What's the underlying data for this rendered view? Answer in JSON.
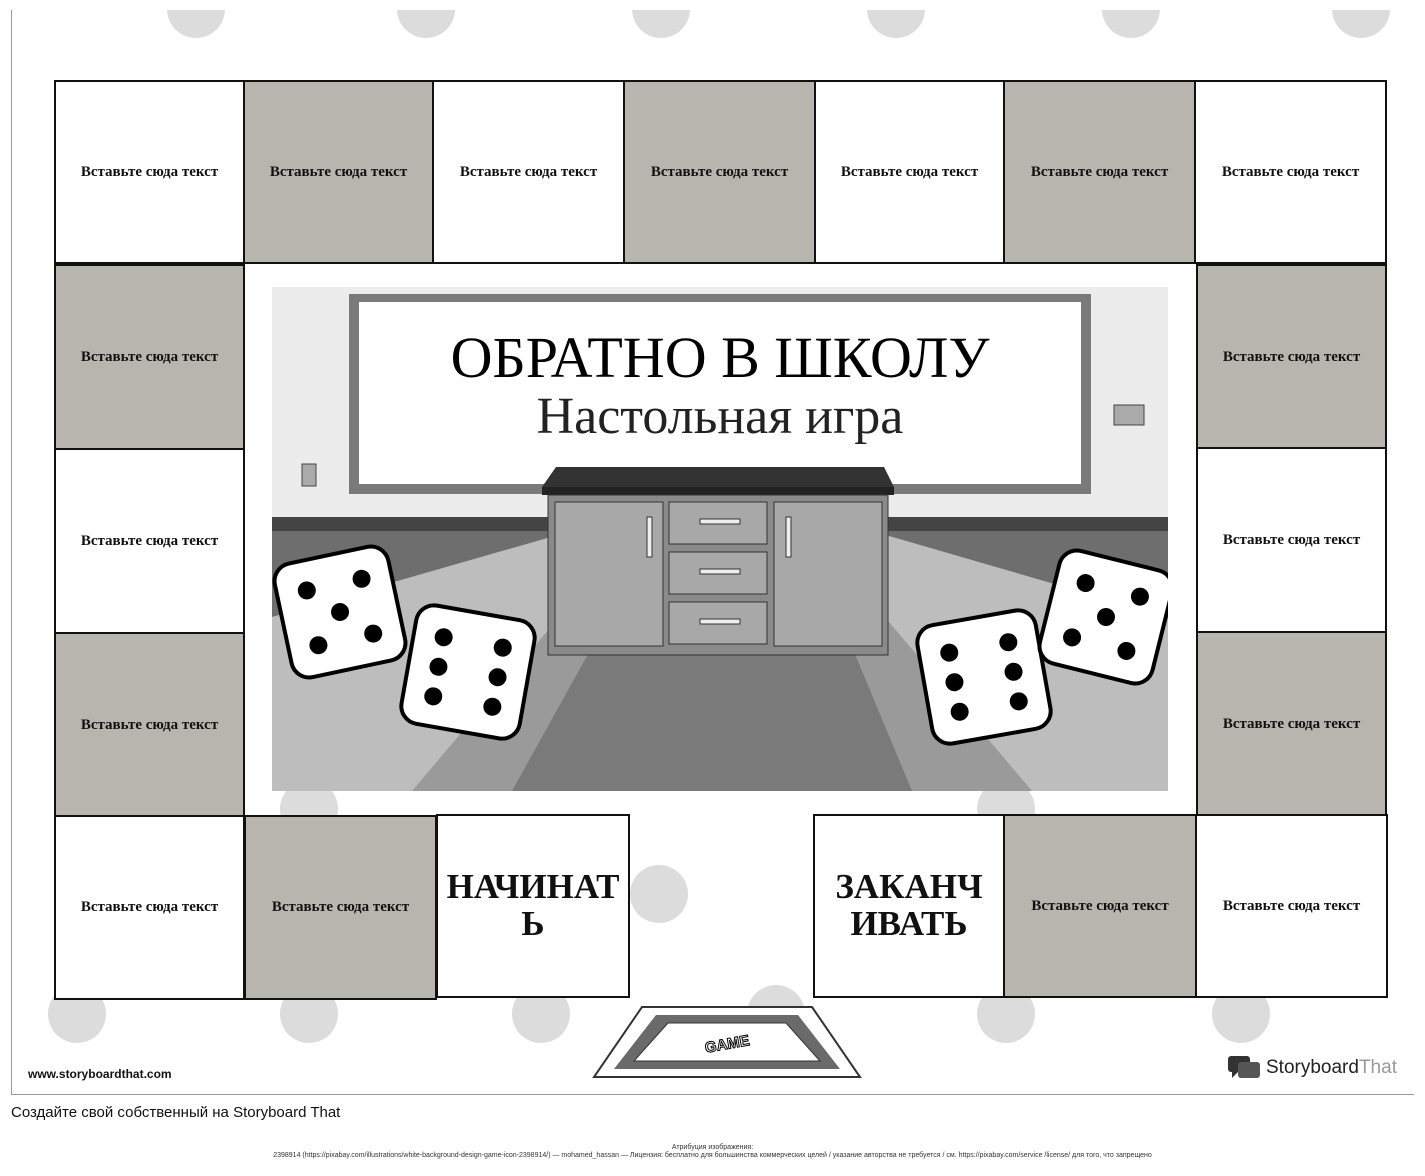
{
  "board": {
    "cell_text": "Вставьте сюда текст",
    "title": "ОБРАТНО В ШКОЛУ",
    "subtitle": "Настольная игра",
    "start_label": "НАЧИНАТ\nЬ",
    "finish_label": "ЗАКАНЧ\nИВАТЬ",
    "game_mat_text": "GAME",
    "colors": {
      "white_cell": "#ffffff",
      "gray_cell": "#b6b6ae",
      "polka_dot": "#dcdcdc"
    }
  },
  "footer": {
    "site_link": "www.storyboardthat.com",
    "logo_main": "Storyboard",
    "logo_light": "That",
    "create_text": "Создайте свой собственный на Storyboard That",
    "attribution_heading": "Атрибуция изображения:",
    "attribution_text": "2398914 (https://pixabay.com/illustrations/white-background-design-game-icon-2398914/) — mohamed_hassan — Лицензия: бесплатно для большинства коммерческих целей / указание авторства не требуется / см. https://pixabay.com/service /license/ для того, что запрещено"
  }
}
